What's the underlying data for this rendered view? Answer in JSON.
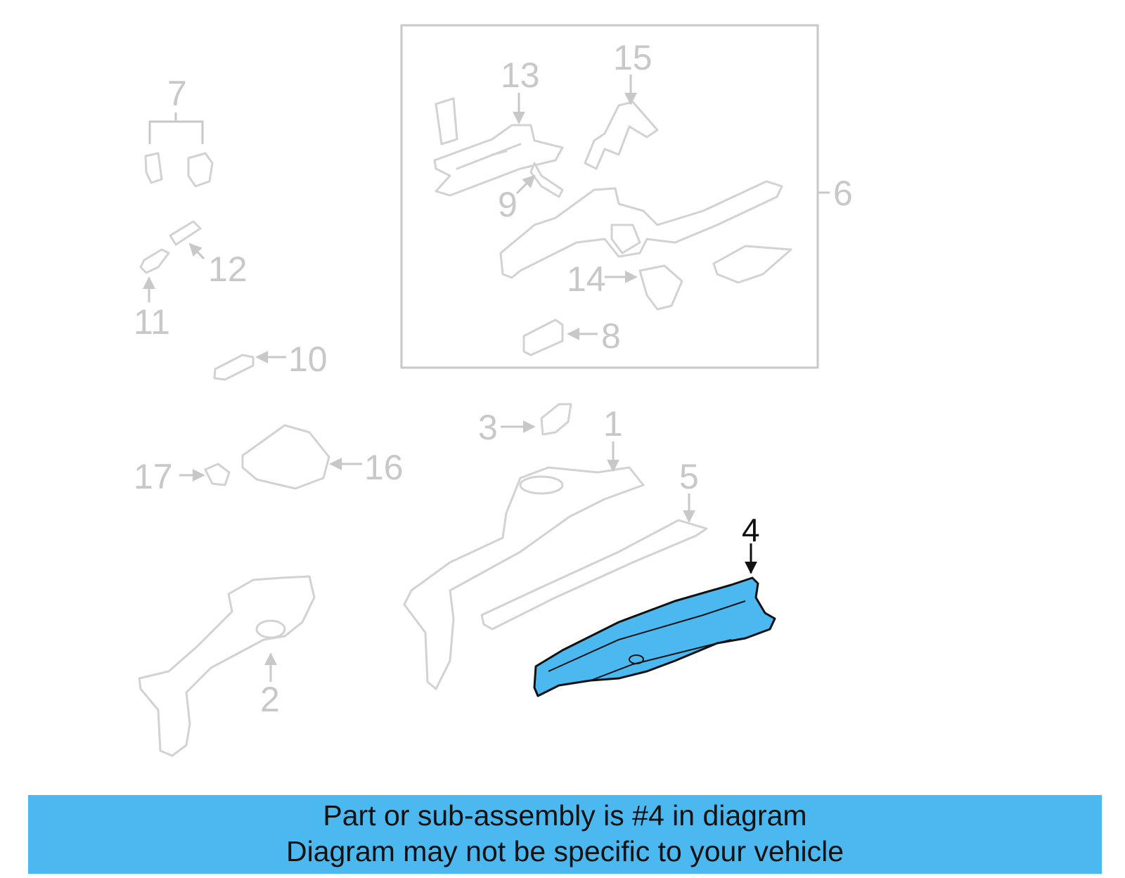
{
  "diagram": {
    "callouts": [
      "1",
      "2",
      "3",
      "4",
      "5",
      "6",
      "7",
      "8",
      "9",
      "10",
      "11",
      "12",
      "13",
      "14",
      "15",
      "16",
      "17"
    ],
    "highlighted_part": "4",
    "highlight_color": "#4cb8f0",
    "parts_color": "#d2d2d2"
  },
  "banner": {
    "line1": "Part or sub-assembly is #4 in diagram",
    "line2": "Diagram may not be specific to your vehicle",
    "background": "#4cb8f0"
  }
}
